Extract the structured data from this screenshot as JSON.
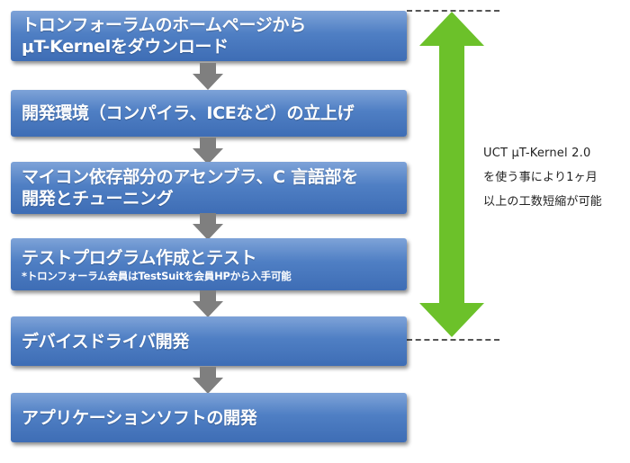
{
  "steps": [
    {
      "label": "トロンフォーラムのホームページから\nμT-Kernelをダウンロード"
    },
    {
      "label": "開発環境（コンパイラ、ICEなど）の立上げ"
    },
    {
      "label": "マイコン依存部分のアセンブラ、C 言語部を\n開発とチューニング"
    },
    {
      "label": "テストプログラム作成とテスト",
      "note": "*トロンフォーラム会員はTestSuitを会員HPから入手可能"
    },
    {
      "label": "デバイスドライバ開発"
    },
    {
      "label": "アプリケーションソフトの開発"
    }
  ],
  "side_note": {
    "line1": "UCT μT-Kernel 2.0",
    "line2": "を使う事により1ヶ月",
    "line3": "以上の工数短縮が可能"
  },
  "colors": {
    "box_top": "#7ea3d8",
    "box_bottom": "#3e6db5",
    "connector": "#7f7f7f",
    "double_arrow": "#6cc12a",
    "dash": "#555555"
  }
}
